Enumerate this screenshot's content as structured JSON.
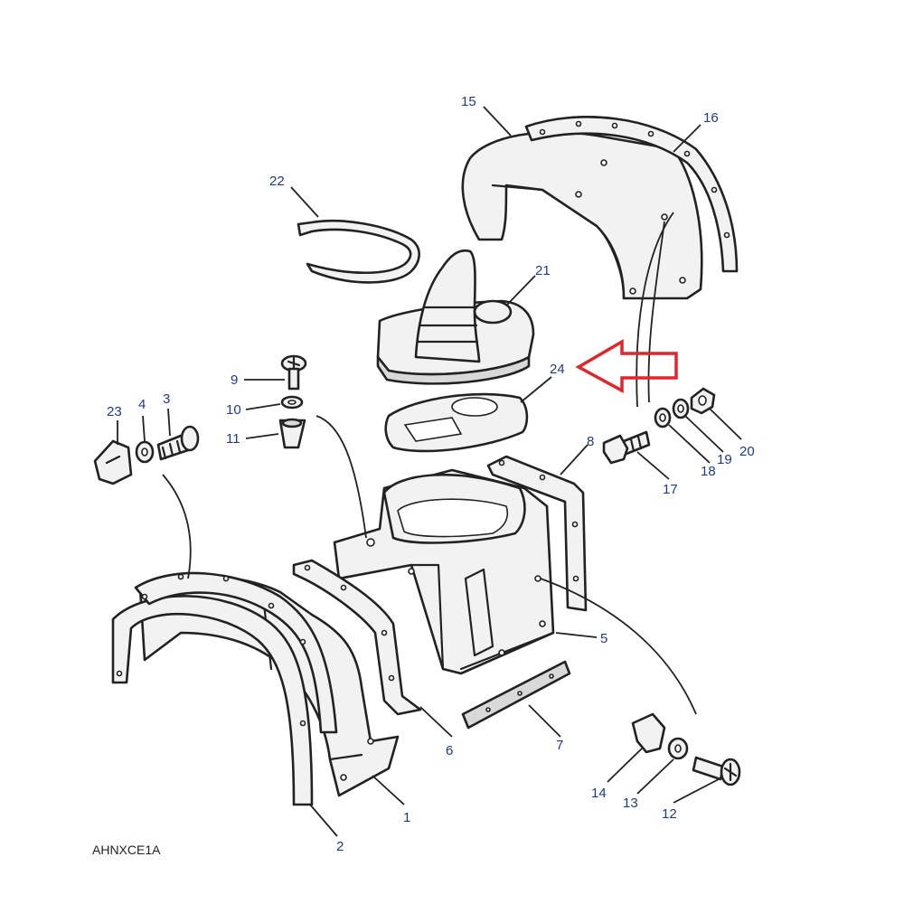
{
  "diagram": {
    "reference_code": "AHNXCE1A",
    "callout_color": "#1f3a8a",
    "highlight_color": "#e1252b",
    "callouts": {
      "c1": "1",
      "c2": "2",
      "c3": "3",
      "c4": "4",
      "c5": "5",
      "c6": "6",
      "c7": "7",
      "c8": "8",
      "c9": "9",
      "c10": "10",
      "c11": "11",
      "c12": "12",
      "c13": "13",
      "c14": "14",
      "c15": "15",
      "c16": "16",
      "c17": "17",
      "c18": "18",
      "c19": "19",
      "c20": "20",
      "c21": "21",
      "c22": "22",
      "c23": "23",
      "c24": "24"
    },
    "highlighted_callout": "24",
    "highlight_marker": "arrow-pointing-left"
  }
}
